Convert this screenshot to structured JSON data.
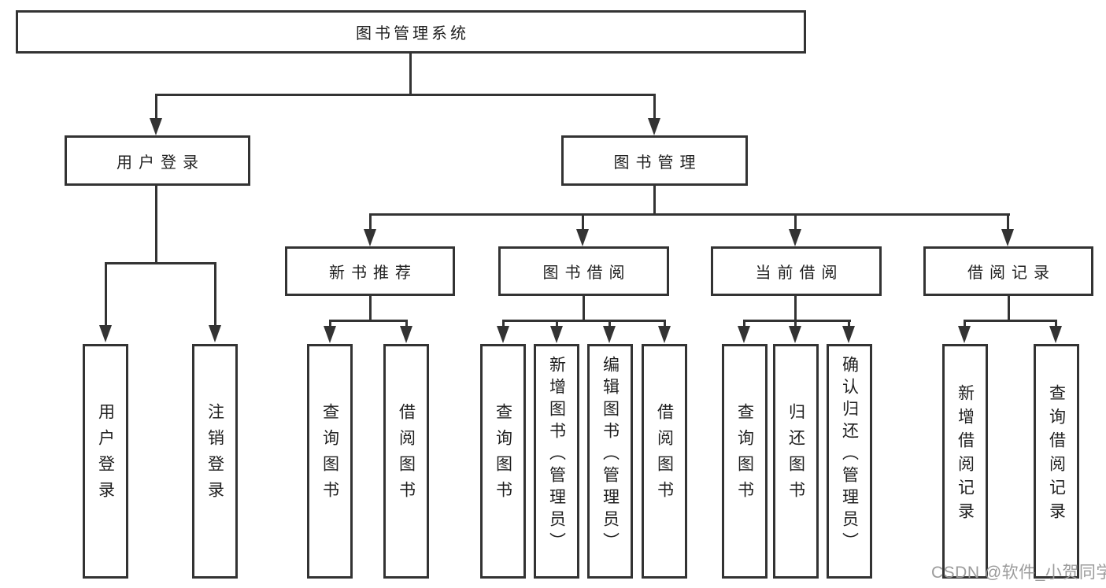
{
  "nodes": {
    "root": "图书管理系统",
    "user_login": "用户登录",
    "book_management": "图书管理",
    "new_book_recommend": "新书推荐",
    "book_borrow": "图书借阅",
    "current_borrow": "当前借阅",
    "borrow_records": "借阅记录",
    "leaf_user_login": "用户登录",
    "leaf_logout": "注销登录",
    "leaf_nb_query_books": "查询图书",
    "leaf_nb_borrow_books": "借阅图书",
    "leaf_bb_query_books": "查询图书",
    "leaf_bb_add_books_admin": "新增图书（管理员）",
    "leaf_bb_edit_books_admin": "编辑图书（管理员）",
    "leaf_bb_borrow_books": "借阅图书",
    "leaf_cb_query_books": "查询图书",
    "leaf_cb_return_books": "归还图书",
    "leaf_cb_confirm_return_admin": "确认归还（管理员）",
    "leaf_br_add_record": "新增借阅记录",
    "leaf_br_query_record": "查询借阅记录"
  },
  "watermark": "CSDN @软件_小贺同学",
  "colors": {
    "line": "#333333",
    "text": "#1f1f1f",
    "watermark": "#9b9b9b",
    "background": "#ffffff"
  }
}
